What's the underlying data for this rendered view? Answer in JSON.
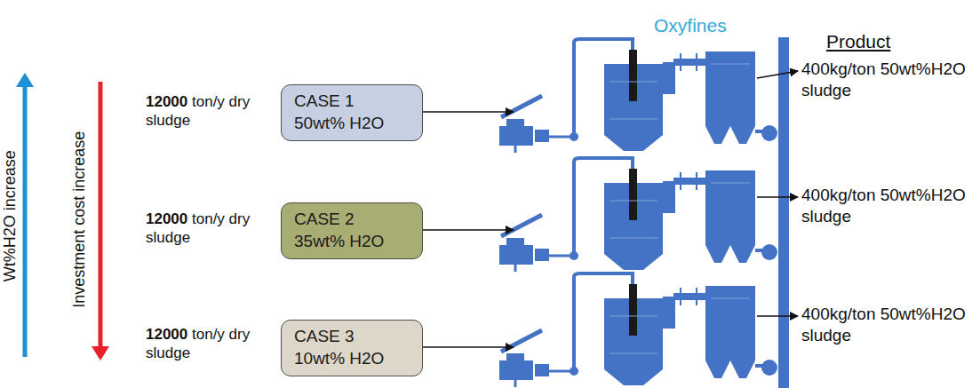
{
  "diagram": {
    "nodes": [
      {
        "text": [
          "CASE 1",
          "50wt% H2O"
        ]
      },
      {
        "text": [
          "CASE 2",
          "35wt% H2O"
        ]
      },
      {
        "text": [
          "CASE 3",
          "10wt% H2O"
        ]
      }
    ],
    "labels": [
      "Wt%H2O increase",
      "Investment cost increase",
      "12000 ton/y dry sludge",
      "12000 ton/y dry sludge",
      "12000 ton/y dry sludge",
      "Oxyfines",
      "Product",
      "400kg/ton 50wt%H2O sludge",
      "400kg/ton 50wt%H2O sludge",
      "400kg/ton 50wt%H2O sludge"
    ]
  }
}
